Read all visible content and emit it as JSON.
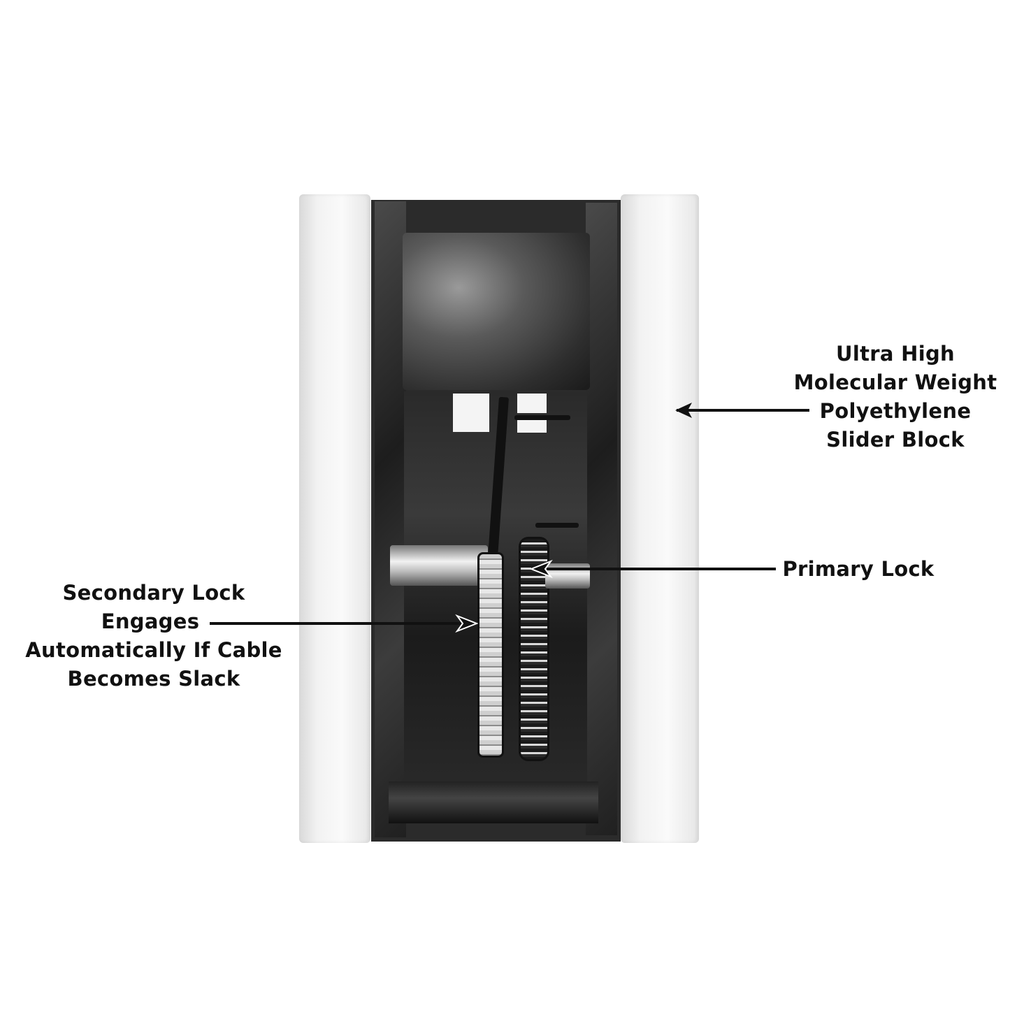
{
  "figure": {
    "subject": "lift carriage cutaway with locks and slider blocks",
    "background_color": "#ffffff",
    "text_color": "#111111"
  },
  "callouts": {
    "slider_block": {
      "lines": [
        "Ultra High",
        "Molecular Weight",
        "Polyethylene",
        "Slider Block"
      ]
    },
    "primary_lock": {
      "lines": [
        "Primary Lock"
      ]
    },
    "secondary_lock": {
      "lines": [
        "Secondary Lock",
        "Engages",
        "Automatically If Cable",
        "Becomes Slack"
      ]
    }
  },
  "icons": {
    "arrow": "left/right pointing callout arrow"
  }
}
